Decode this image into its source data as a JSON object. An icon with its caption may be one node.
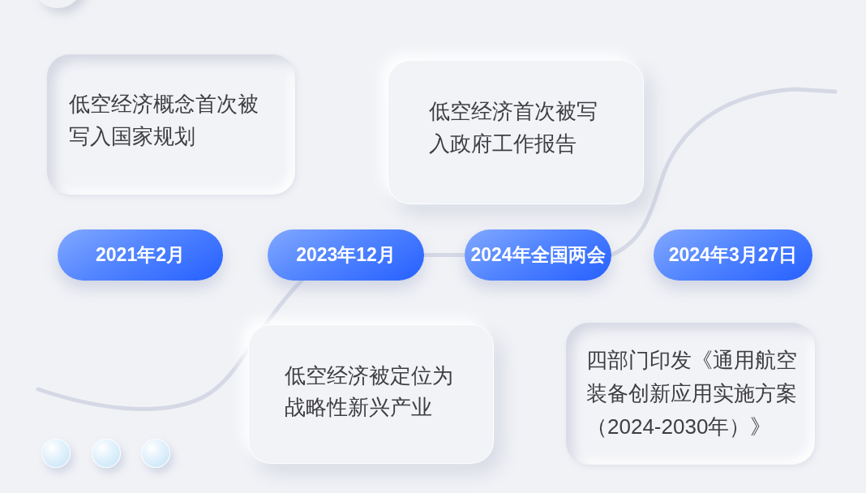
{
  "diagram": {
    "nodes": [
      {
        "text": [
          "低空经济概念首次被写入国家规划"
        ]
      },
      {
        "text": [
          "低空经济首次被写入政府工作报告"
        ]
      },
      {
        "text": [
          "2021年2月"
        ]
      },
      {
        "text": [
          "2023年12月"
        ]
      },
      {
        "text": [
          "2024年全国两会"
        ]
      },
      {
        "text": [
          "2024年3月27日"
        ]
      },
      {
        "text": [
          "低空经济被定位为战略性新兴产业"
        ]
      },
      {
        "text": [
          "四部门印发《通用航空装备创新应用实施方案（2024-2030年）》"
        ]
      }
    ],
    "edges": [
      {
        "from": null,
        "to": 3,
        "arrow": "none"
      },
      {
        "from": 3,
        "to": 4,
        "arrow": "none"
      },
      {
        "from": 4,
        "to": null,
        "arrow": "none"
      }
    ]
  }
}
